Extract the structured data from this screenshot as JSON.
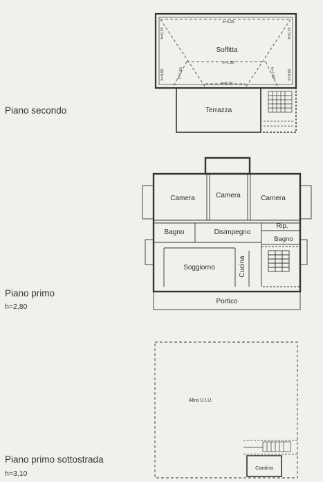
{
  "levels": {
    "second": {
      "label": "Piano secondo",
      "rooms": {
        "attic": "Soffitta",
        "terrace": "Terrazza"
      },
      "heights": {
        "top": "h=0,15",
        "left_top": "h=0,15",
        "right_top": "h=0,15",
        "ridge": "h=1,50",
        "left_diag": "h=1,50",
        "right_diag": "h=1,50",
        "center_bottom": "h=2,30",
        "left_wall": "h=0,60",
        "right_wall": "h=0,60"
      }
    },
    "first": {
      "label": "Piano primo",
      "height": "h=2,80",
      "rooms": {
        "camera_left": "Camera",
        "camera_center": "Camera",
        "camera_right": "Camera",
        "bagno_left": "Bagno",
        "disimpegno": "Disimpegno",
        "rip": "Rip.",
        "bagno_right": "Bagno",
        "soggiorno": "Soggiorno",
        "cucina": "Cucina",
        "portico": "Portico"
      }
    },
    "basement": {
      "label": "Piano primo sottostrada",
      "height": "h=3,10",
      "rooms": {
        "other_unit": "Altra U.I.U.",
        "cantina": "Cantina"
      }
    }
  }
}
